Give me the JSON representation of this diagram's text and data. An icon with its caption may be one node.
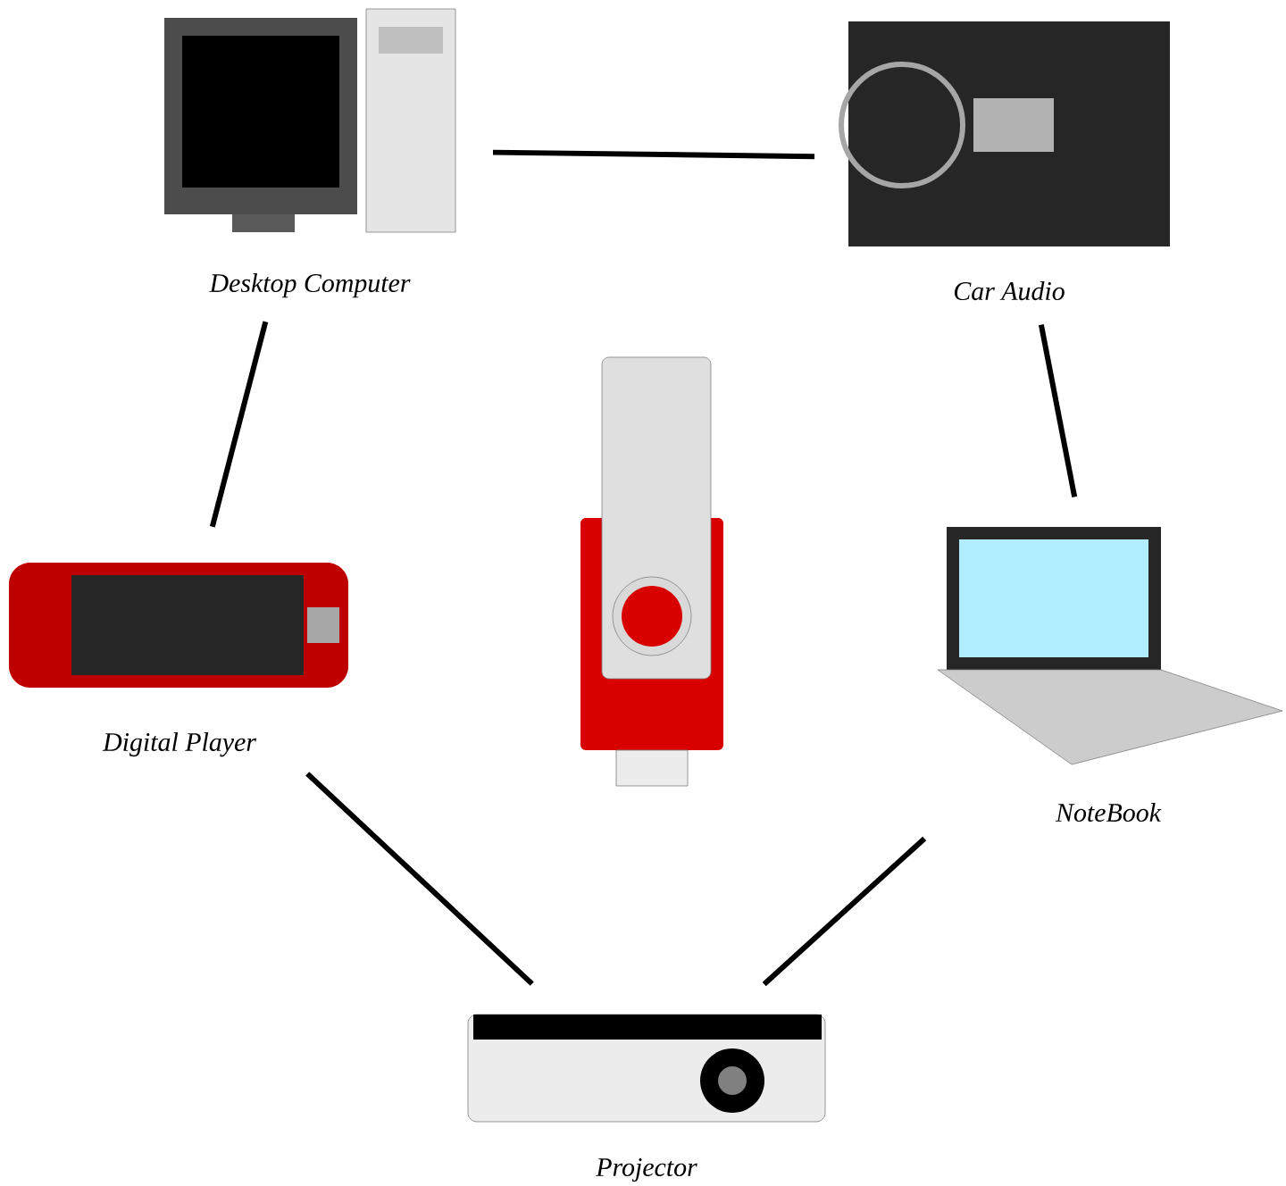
{
  "diagram": {
    "nodes": [
      {
        "text": [
          "Desktop Computer"
        ]
      },
      {
        "text": [
          "Car Audio"
        ]
      },
      {
        "text": [
          "Digital Player"
        ]
      },
      {
        "text": [],
        "shape": "picture"
      },
      {
        "text": [
          "NoteBook"
        ]
      },
      {
        "text": [
          "Projector"
        ]
      }
    ],
    "edges": [
      {
        "from": 0,
        "to": 1,
        "arrow": "none"
      },
      {
        "from": 0,
        "to": 2,
        "arrow": "none"
      },
      {
        "from": 1,
        "to": 4,
        "arrow": "none"
      },
      {
        "from": 2,
        "to": 5,
        "arrow": "none"
      },
      {
        "from": 4,
        "to": 5,
        "arrow": "none"
      }
    ]
  }
}
